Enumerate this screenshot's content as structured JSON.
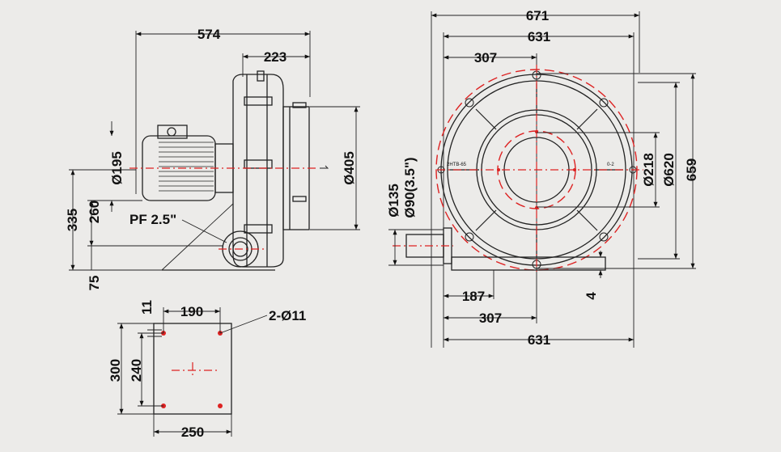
{
  "side_view": {
    "width_574": "574",
    "width_223": "223",
    "dia_195": "Ø195",
    "dia_405": "Ø405",
    "height_335": "335",
    "height_260": "260",
    "height_75": "75",
    "pf_label": "PF 2.5\""
  },
  "front_view": {
    "width_671": "671",
    "width_631_top": "631",
    "width_307_top": "307",
    "dia_218": "Ø218",
    "dia_620": "Ø620",
    "height_659": "659",
    "dia_135": "Ø135",
    "dia_90": "Ø90(3.5\")",
    "width_187": "187",
    "width_307_bottom": "307",
    "width_631_bottom": "631",
    "thickness_4": "4",
    "nameplate_left": "2HTB-65",
    "nameplate_right": "0-2"
  },
  "base_view": {
    "width_190": "190",
    "width_11": "11",
    "holes": "2-Ø11",
    "height_300": "300",
    "height_240": "240",
    "width_250": "250"
  }
}
